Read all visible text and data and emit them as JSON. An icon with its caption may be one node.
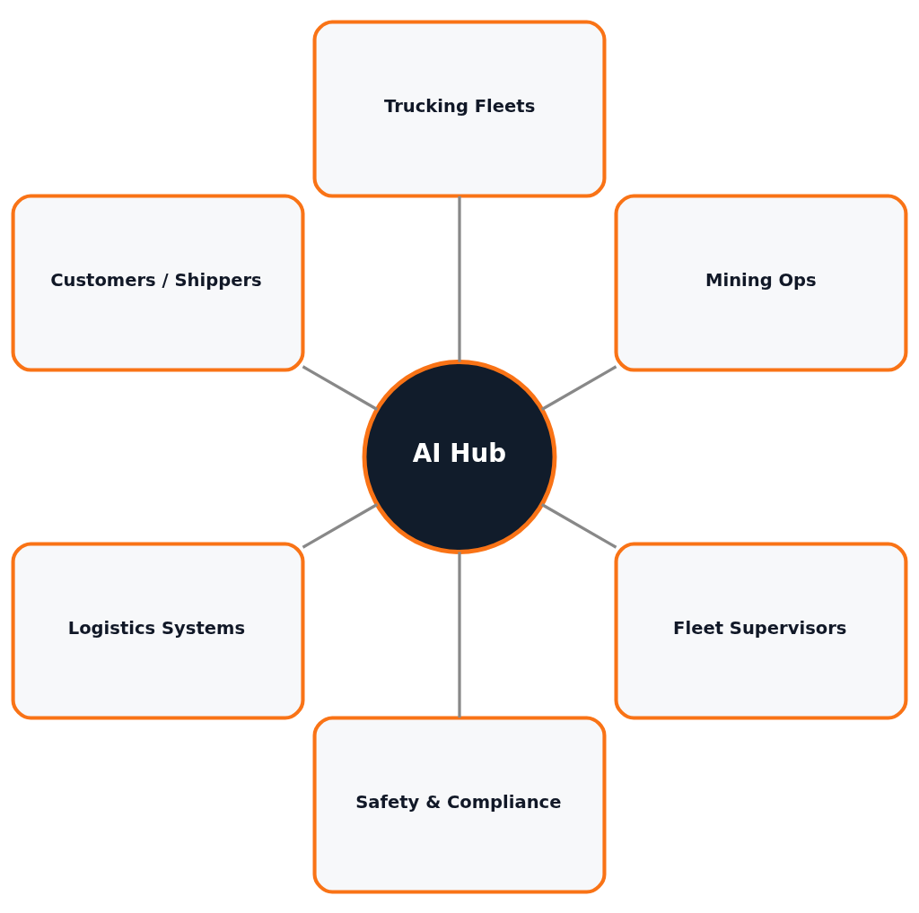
{
  "diagram": {
    "nodes": [
      {
        "text": [
          "Trucking Fleets"
        ]
      },
      {
        "text": [
          "Customers / Shippers"
        ]
      },
      {
        "text": [
          "Mining Ops"
        ]
      },
      {
        "text": [
          "AI Hub"
        ]
      },
      {
        "text": [
          "Logistics Systems"
        ]
      },
      {
        "text": [
          "Fleet Supervisors"
        ]
      },
      {
        "text": [
          "Safety & Compliance"
        ]
      }
    ],
    "edges": [
      {
        "from": 3,
        "to": 0,
        "arrow": "none"
      },
      {
        "from": 3,
        "to": 2,
        "arrow": "none"
      },
      {
        "from": 3,
        "to": 5,
        "arrow": "none"
      },
      {
        "from": 3,
        "to": 6,
        "arrow": "none"
      },
      {
        "from": 3,
        "to": 4,
        "arrow": "none"
      },
      {
        "from": 3,
        "to": 1,
        "arrow": "none"
      }
    ]
  }
}
